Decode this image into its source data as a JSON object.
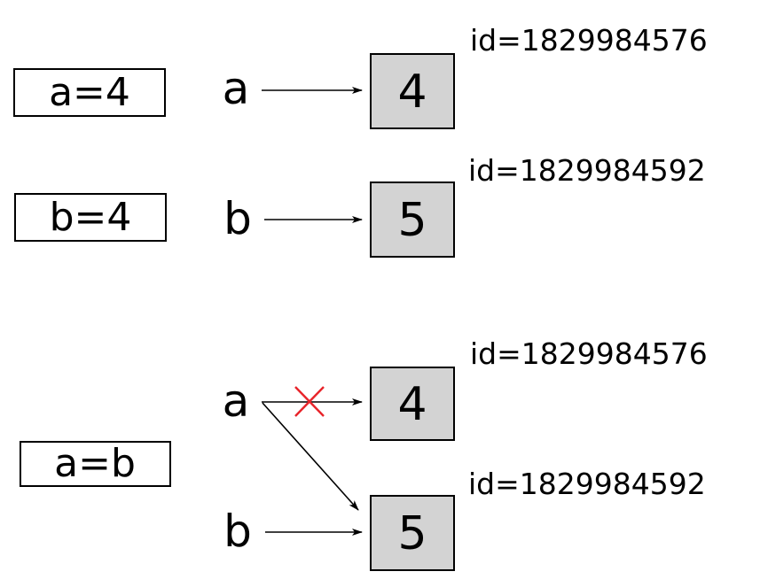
{
  "statements": {
    "assign_a": "a=4",
    "assign_b": "b=4",
    "assign_ab": "a=b"
  },
  "variables": {
    "a": "a",
    "b": "b"
  },
  "objects": {
    "four": {
      "value": "4",
      "id_label": "id=1829984576"
    },
    "five": {
      "value": "5",
      "id_label": "id=1829984592"
    }
  },
  "colors": {
    "object_fill": "#d3d3d3",
    "broken_link": "#e8242a",
    "ink": "#000000"
  },
  "icons": {
    "broken_link": "cross-mark-icon"
  }
}
